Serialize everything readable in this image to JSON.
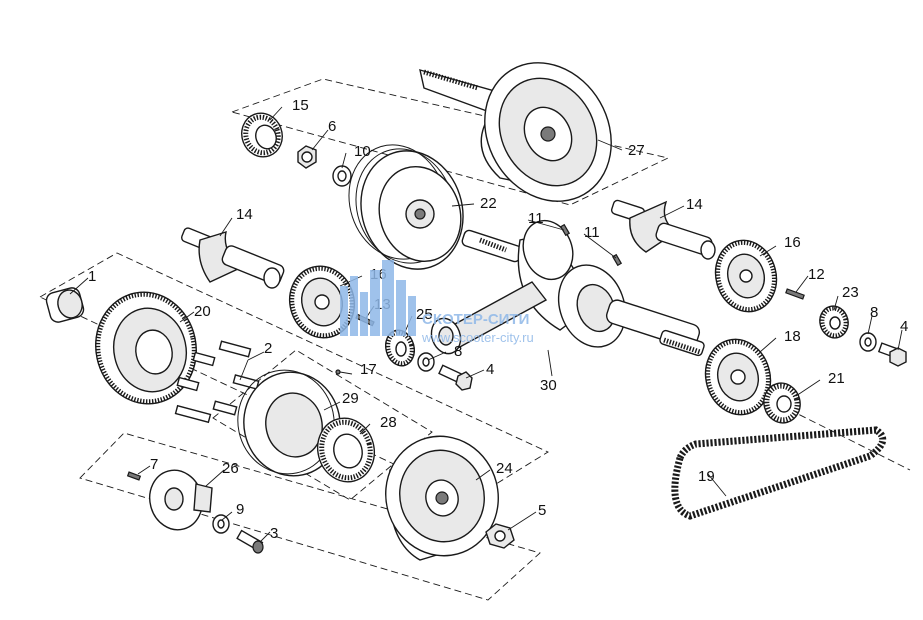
{
  "diagram": {
    "callouts": {
      "c1": "1",
      "c2": "2",
      "c3": "3",
      "c4a": "4",
      "c4b": "4",
      "c5": "5",
      "c6": "6",
      "c7": "7",
      "c8a": "8",
      "c8b": "8",
      "c9": "9",
      "c10": "10",
      "c11a": "11",
      "c11b": "11",
      "c12": "12",
      "c13": "13",
      "c14a": "14",
      "c14b": "14",
      "c15": "15",
      "c16a": "16",
      "c16b": "16",
      "c17": "17",
      "c18": "18",
      "c19": "19",
      "c20": "20",
      "c21": "21",
      "c22": "22",
      "c23": "23",
      "c24": "24",
      "c25": "25",
      "c26": "26",
      "c27": "27",
      "c28": "28",
      "c29": "29",
      "c30": "30"
    }
  },
  "watermark": {
    "name": "СКОТЕР-СИТИ",
    "url": "www.scooter-city.ru",
    "color": "#8fb8e8"
  }
}
